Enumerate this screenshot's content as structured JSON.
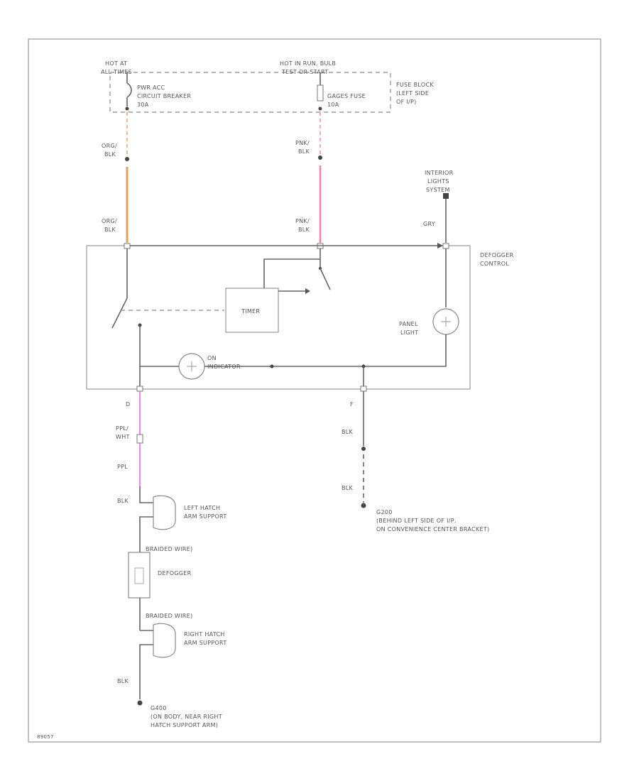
{
  "power": {
    "hot_at_1": "HOT AT",
    "hot_at_2": "ALL TIMES",
    "hot_run_1": "HOT IN RUN, BULB",
    "hot_run_2": "TEST OR START"
  },
  "fuse_block": {
    "line1": "FUSE BLOCK",
    "line2": "(LEFT SIDE",
    "line3": "OF I/P)"
  },
  "breaker": {
    "line1": "PWR ACC",
    "line2": "CIRCUIT BREAKER",
    "line3": "30A"
  },
  "gauges_fuse": {
    "line1": "GAGES FUSE",
    "line2": "10A"
  },
  "wires": {
    "org_blk_1a": "ORG/",
    "org_blk_1b": "BLK",
    "org_blk_2a": "ORG/",
    "org_blk_2b": "BLK",
    "pnk_blk_1a": "PNK/",
    "pnk_blk_1b": "BLK",
    "pnk_blk_2a": "PNK/",
    "pnk_blk_2b": "BLK",
    "gry": "GRY",
    "ppl_wht_a": "PPL/",
    "ppl_wht_b": "WHT",
    "ppl": "PPL",
    "blk_left_top": "BLK",
    "blk_left_bottom": "BLK",
    "blk_right_top": "BLK",
    "blk_right_bottom": "BLK"
  },
  "interior_lights": {
    "line1": "INTERIOR",
    "line2": "LIGHTS",
    "line3": "SYSTEM"
  },
  "defogger_control": {
    "line1": "DEFOGGER",
    "line2": "CONTROL"
  },
  "timer": "TIMER",
  "panel_light": {
    "line1": "PANEL",
    "line2": "LIGHT"
  },
  "on_indicator": {
    "line1": "ON",
    "line2": "INDICATOR"
  },
  "pins": {
    "d": "D",
    "f": "F"
  },
  "left_hatch": {
    "line1": "LEFT HATCH",
    "line2": "ARM SUPPORT"
  },
  "right_hatch": {
    "line1": "RIGHT HATCH",
    "line2": "ARM SUPPORT"
  },
  "braided_top": "BRAIDED WIRE)",
  "braided_bottom": "BRAIDED WIRE)",
  "defogger": "DEFOGGER",
  "ground_g200": {
    "line1": "G200",
    "line2": "(BEHIND LEFT SIDE OF I/P,",
    "line3": "ON CONVENIENCE CENTER BRACKET)"
  },
  "ground_g400": {
    "line1": "G400",
    "line2": "(ON BODY, NEAR RIGHT",
    "line3": "HATCH SUPPORT ARM)"
  },
  "figure_id": "89057",
  "colors": {
    "orange": "#e8a060",
    "pink": "#f27fb0",
    "magenta": "#ee66ee",
    "wire": "#666666"
  }
}
